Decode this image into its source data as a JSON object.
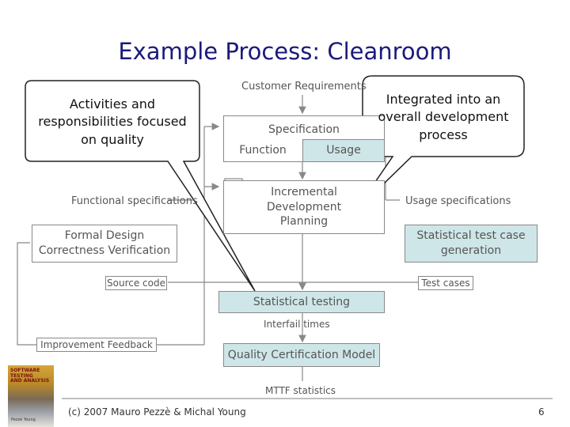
{
  "title": "Example Process: Cleanroom",
  "callouts": {
    "left": "Activities and\nresponsibilities focused\non quality",
    "right": "Integrated into an\noverall development\nprocess"
  },
  "nodes": {
    "customer_requirements": "Customer Requirements",
    "specification": "Specification",
    "function": "Function",
    "usage": "Usage",
    "functional_specifications": "Functional specifications",
    "incremental_planning": "Incremental\nDevelopment\nPlanning",
    "usage_specifications": "Usage specifications",
    "formal_design": "Formal Design\nCorrectness Verification",
    "statistical_test_generation": "Statistical test case\ngeneration",
    "source_code": "Source code",
    "test_cases": "Test cases",
    "statistical_testing": "Statistical testing",
    "interfail_times": "Interfail times",
    "improvement_feedback": "Improvement Feedback",
    "quality_certification": "Quality Certification Model",
    "mttf_statistics": "MTTF statistics"
  },
  "book_cover": {
    "title": "SOFTWARE TESTING\nAND ANALYSIS",
    "authors": "Pezzè  Young"
  },
  "footer": {
    "copyright": "(c) 2007 Mauro Pezzè & Michal Young",
    "page_number": "6"
  },
  "colors": {
    "title": "#1a1a7a",
    "teal_fill": "#cfe6e8",
    "line": "#888888"
  }
}
